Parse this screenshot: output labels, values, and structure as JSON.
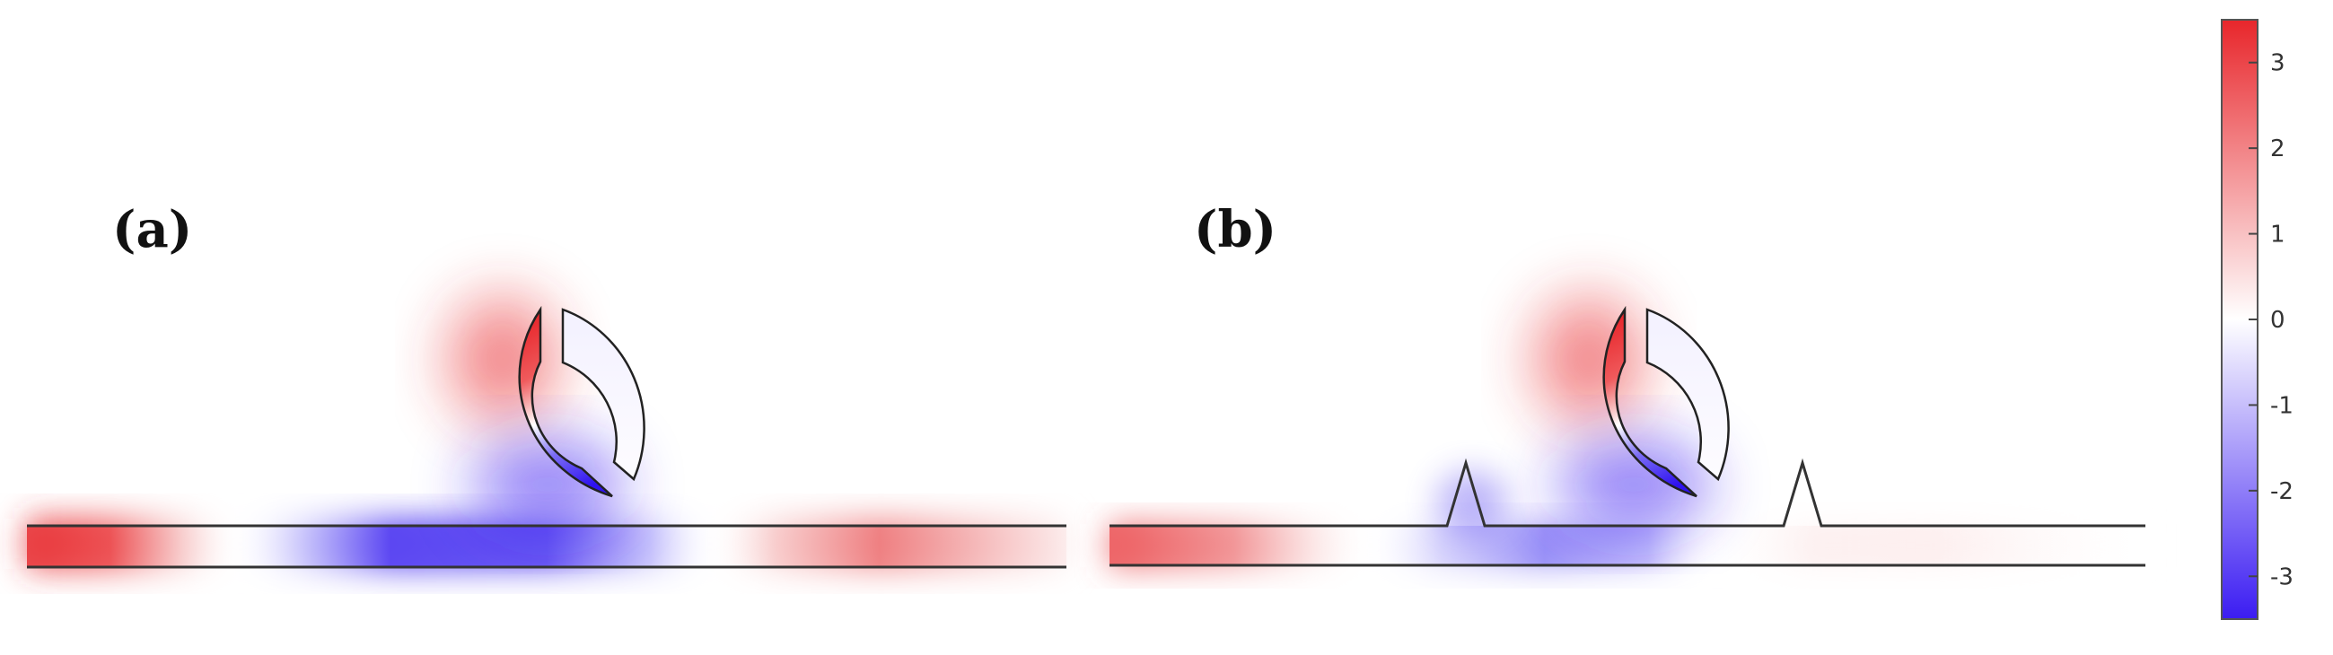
{
  "panels": [
    {
      "label": "(a)"
    },
    {
      "label": "(b)"
    }
  ],
  "colorbar": {
    "min": -3.5,
    "max": 3.5,
    "ticks": [
      {
        "value": 3,
        "label": "3"
      },
      {
        "value": 2,
        "label": "2"
      },
      {
        "value": 1,
        "label": "1"
      },
      {
        "value": 0,
        "label": "0"
      },
      {
        "value": -1,
        "label": "-1"
      },
      {
        "value": -2,
        "label": "-2"
      },
      {
        "value": -3,
        "label": "-3"
      }
    ],
    "colors": {
      "high": "#e8262b",
      "mid": "#ffffff",
      "low": "#3b1cf2"
    }
  }
}
